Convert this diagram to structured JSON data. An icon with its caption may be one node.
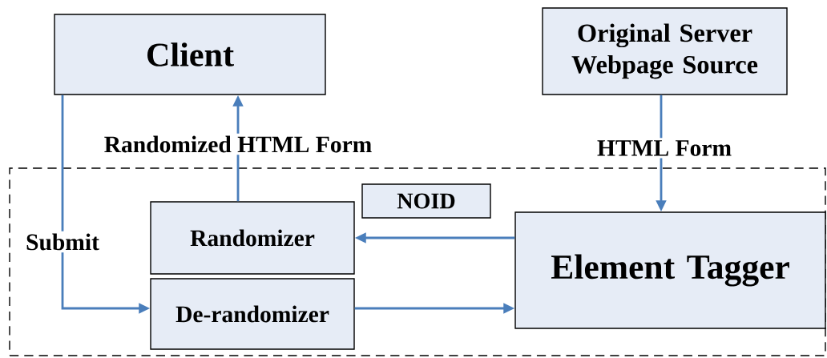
{
  "diagram": {
    "nodes": [
      {
        "text": [
          "Client"
        ]
      },
      {
        "text": [
          "Original Server Webpage Source"
        ]
      },
      {
        "text": [],
        "shape": "box"
      },
      {
        "text": [
          "NOID"
        ],
        "in": 2
      },
      {
        "text": [
          "Randomizer"
        ],
        "in": 2
      },
      {
        "text": [
          "De-randomizer"
        ],
        "in": 2
      },
      {
        "text": [
          "Element Tagger"
        ],
        "in": 2
      }
    ],
    "edges": [
      {
        "from": 4,
        "to": 0,
        "arrow": "to",
        "label": "Randomized HTML Form"
      },
      {
        "from": 1,
        "to": 6,
        "arrow": "to",
        "label": "HTML Form"
      },
      {
        "from": 6,
        "to": 4,
        "arrow": "to"
      },
      {
        "from": 0,
        "to": 5,
        "arrow": "to",
        "label": "Submit"
      },
      {
        "from": 5,
        "to": 6,
        "arrow": "to"
      }
    ]
  }
}
